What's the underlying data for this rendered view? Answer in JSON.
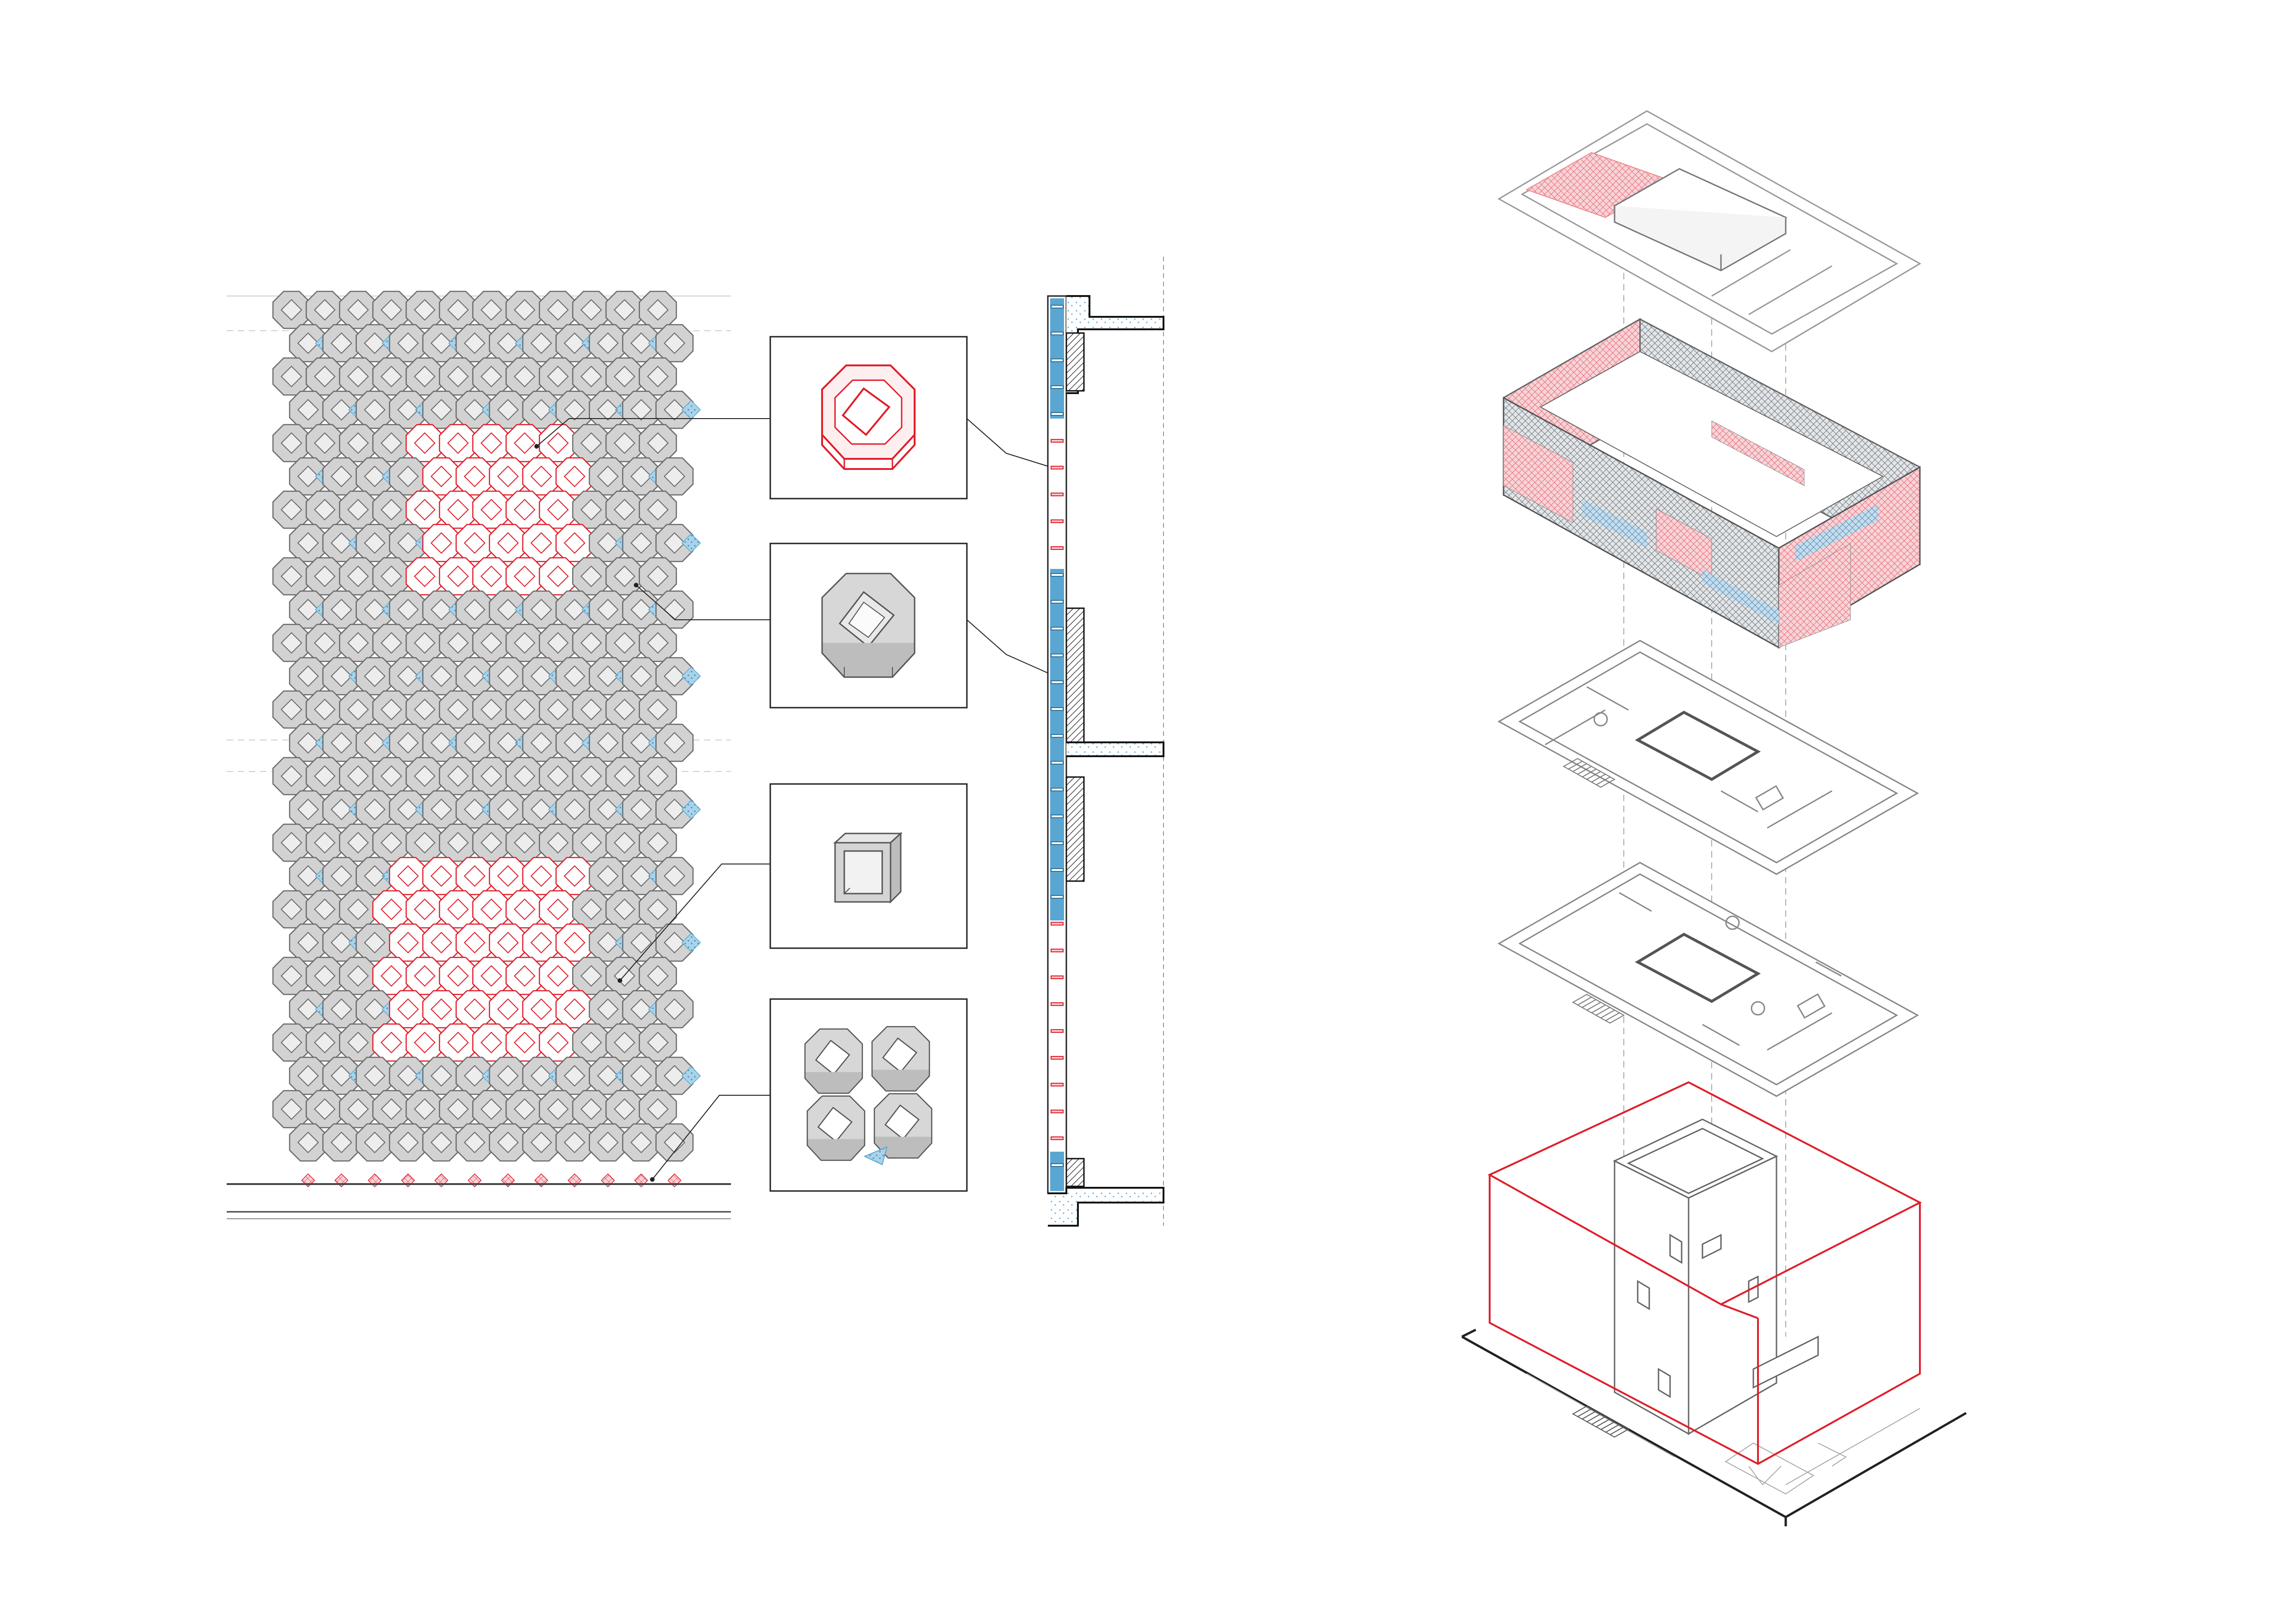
{
  "title": "",
  "colors": {
    "paper": "#ffffff",
    "ink": "#1a1a1a",
    "line_grey": "#8a8a8a",
    "block_face": "#d2d2d2",
    "block_edge": "#6b6b6b",
    "glass_blue": "#a9d3ea",
    "glass_blue_dark": "#5aa6d2",
    "accent_red": "#e01e2a",
    "accent_pink": "#f7c5cb"
  },
  "facade": {
    "columns": 12,
    "rows": 26,
    "open_block_regions": [
      {
        "name": "upper-opening",
        "rows": [
          4,
          8
        ],
        "cols": [
          4,
          8
        ]
      },
      {
        "name": "lower-opening",
        "rows": [
          17,
          22
        ],
        "cols": [
          3,
          8
        ]
      }
    ],
    "glass_pattern": "checkerboard-blue-infill"
  },
  "legend_details": [
    {
      "name": "open-hexagonal-block",
      "icon": "octagonal-ring-red-icon"
    },
    {
      "name": "solid-hexagonal-block",
      "icon": "octagonal-block-grey-icon"
    },
    {
      "name": "glass-block",
      "icon": "square-glass-block-icon"
    },
    {
      "name": "block-cluster",
      "icon": "four-block-cluster-icon"
    }
  ],
  "section": {
    "name": "wall-section",
    "slabs": 3
  },
  "axonometric_layers": [
    {
      "name": "roof-plan"
    },
    {
      "name": "block-envelope"
    },
    {
      "name": "upper-floor-plan"
    },
    {
      "name": "ground-floor-plan"
    },
    {
      "name": "site-and-core"
    }
  ]
}
